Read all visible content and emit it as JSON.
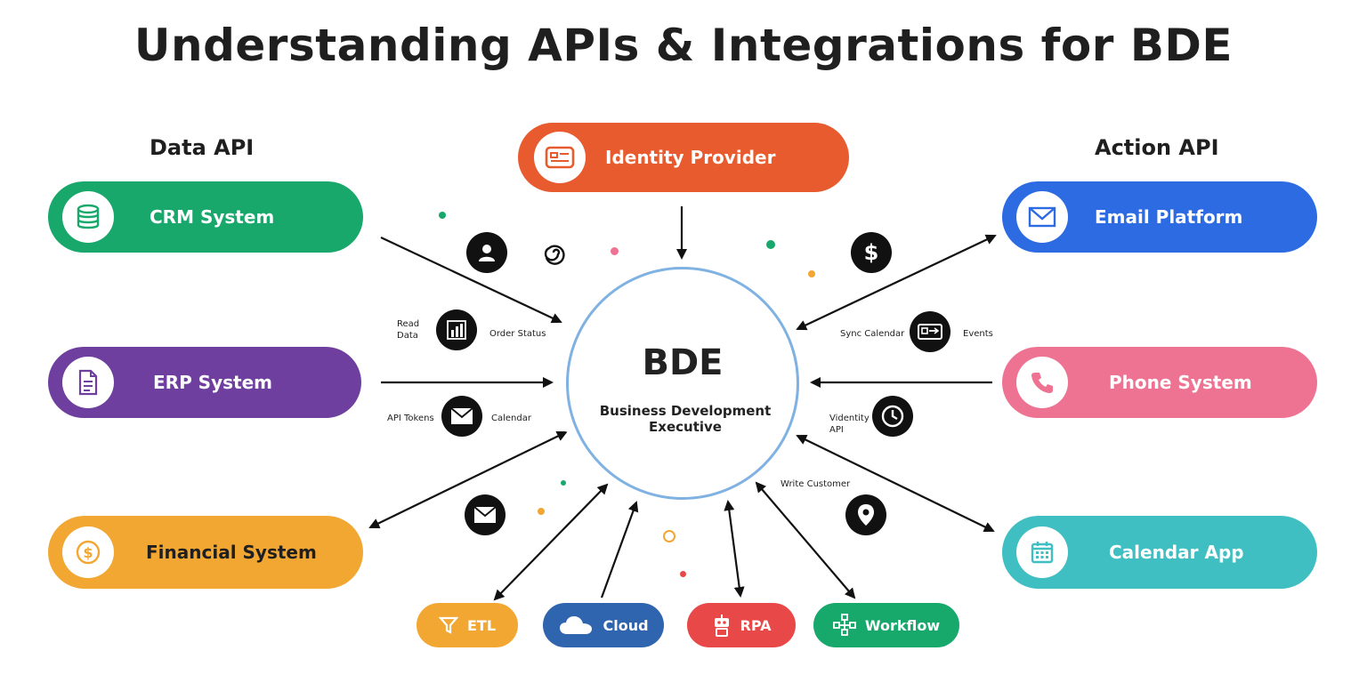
{
  "title": "Understanding APIs & Integrations for BDE",
  "left_section": "Data API",
  "right_section": "Action API",
  "hub": {
    "title": "BDE",
    "subtitle": "Business Development Executive"
  },
  "top_node": {
    "label": "Identity Provider",
    "icon": "id-card-icon",
    "color": "#E85B2E"
  },
  "left_nodes": [
    {
      "label": "CRM System",
      "icon": "database-icon",
      "color": "#18A86B"
    },
    {
      "label": "ERP System",
      "icon": "document-icon",
      "color": "#6E3F9E"
    },
    {
      "label": "Financial System",
      "icon": "dollar-coin-icon",
      "color": "#F2A732",
      "text_color": "#1f1f1f"
    }
  ],
  "right_nodes": [
    {
      "label": "Email Platform",
      "icon": "envelope-icon",
      "color": "#2D6BE3"
    },
    {
      "label": "Phone System",
      "icon": "phone-icon",
      "color": "#EE7392"
    },
    {
      "label": "Calendar App",
      "icon": "calendar-icon",
      "color": "#3FBFC2"
    }
  ],
  "bottom_nodes": [
    {
      "label": "ETL",
      "icon": "funnel-icon",
      "color": "#F2A732"
    },
    {
      "label": "Cloud",
      "icon": "cloud-icon",
      "color": "#2F64AE"
    },
    {
      "label": "RPA",
      "icon": "robot-icon",
      "color": "#E84848"
    },
    {
      "label": "Workflow",
      "icon": "workflow-icon",
      "color": "#17A86C"
    }
  ],
  "annotations": {
    "read_data": "Read\nData",
    "order_status": "Order Status",
    "api_tokens": "API Tokens",
    "calendar": "Calendar",
    "sync_calendar": "Sync Calendar",
    "events": "Events",
    "videntity_api": "Videntity\nAPI",
    "write_customer": "Write Customer"
  },
  "badges": [
    "user-icon",
    "swirl-icon",
    "dollar-icon",
    "bar-chart-icon",
    "ticket-icon",
    "envelope-icon",
    "clock-icon",
    "envelope-icon",
    "map-pin-icon"
  ]
}
